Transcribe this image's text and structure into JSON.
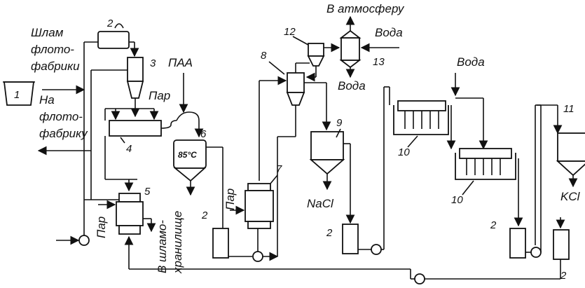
{
  "labels": {
    "sludge_line1": "Шлам",
    "sludge_line2": "флото-",
    "sludge_line3": "фабрики",
    "return_line1": "На",
    "return_line2": "флото-",
    "return_line3": "фабрику",
    "paa": "ПАА",
    "steam": "Пар",
    "to_atmosphere": "В атмосферу",
    "water": "Вода",
    "nacl": "NaCl",
    "kcl": "KCl",
    "to_storage_line1": "В шламо-",
    "to_storage_line2": "хранилище",
    "temperature": "85°C"
  },
  "numbers": {
    "n1": "1",
    "n2": "2",
    "n3": "3",
    "n4": "4",
    "n5": "5",
    "n6": "6",
    "n7": "7",
    "n8": "8",
    "n9": "9",
    "n10": "10",
    "n11": "11",
    "n12": "12",
    "n13": "13"
  }
}
